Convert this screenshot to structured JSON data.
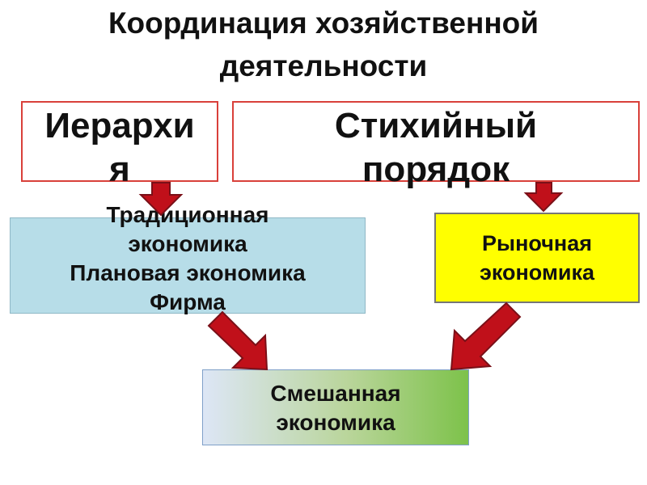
{
  "title": {
    "line1": "Координация хозяйственной",
    "line2": "деятельности"
  },
  "boxes": {
    "hierarchy": {
      "line1": "Иерархи",
      "line2": "я"
    },
    "spontaneous": {
      "line1": "Стихийный",
      "line2": "порядок"
    },
    "traditional": {
      "line1": "Традиционная",
      "line2": "экономика",
      "line3": "Плановая экономика",
      "line4": "Фирма"
    },
    "market": {
      "line1": "Рыночная",
      "line2": "экономика"
    },
    "mixed": {
      "line1": "Смешанная",
      "line2": "экономика"
    }
  },
  "colors": {
    "arrow_fill": "#c0101a",
    "arrow_stroke": "#7a1018",
    "box_border_red": "#d9403a",
    "traditional_fill": "#b7dde8",
    "market_fill": "#ffff00"
  }
}
